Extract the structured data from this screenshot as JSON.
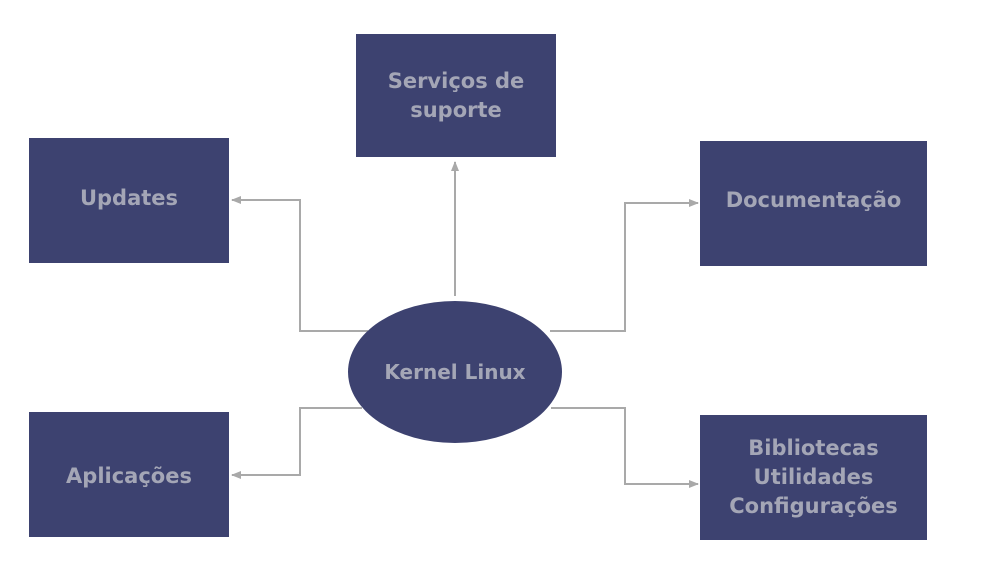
{
  "diagram": {
    "center": {
      "label": "Kernel Linux"
    },
    "nodes": {
      "support": {
        "lines": [
          "Serviços de",
          "suporte"
        ]
      },
      "updates": {
        "label": "Updates"
      },
      "docs": {
        "label": "Documentação"
      },
      "apps": {
        "label": "Aplicações"
      },
      "libs": {
        "lines": [
          "Bibliotecas",
          "Utilidades",
          "Configurações"
        ]
      }
    },
    "colors": {
      "box_fill": "#3d4270",
      "text": "#a4a6b6",
      "connector": "#a9a9a9"
    }
  }
}
